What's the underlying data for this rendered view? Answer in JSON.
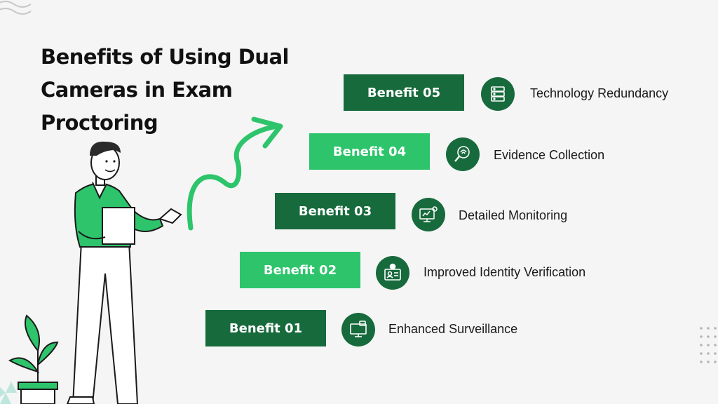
{
  "title_lines": [
    "Benefits of Using Dual",
    "Cameras in Exam",
    "Proctoring"
  ],
  "steps": [
    {
      "label": "Benefit 05",
      "description": "Technology Redundancy",
      "icon": "server-icon"
    },
    {
      "label": "Benefit 04",
      "description": "Evidence Collection",
      "icon": "fingerprint-icon"
    },
    {
      "label": "Benefit 03",
      "description": "Detailed Monitoring",
      "icon": "monitor-analytics-icon"
    },
    {
      "label": "Benefit 02",
      "description": "Improved Identity Verification",
      "icon": "id-card-icon"
    },
    {
      "label": "Benefit 01",
      "description": "Enhanced Surveillance",
      "icon": "secure-monitor-icon"
    }
  ],
  "colors": {
    "dark_green": "#176a3c",
    "light_green": "#2dc46b",
    "background": "#f5f5f5",
    "text": "#111111"
  }
}
